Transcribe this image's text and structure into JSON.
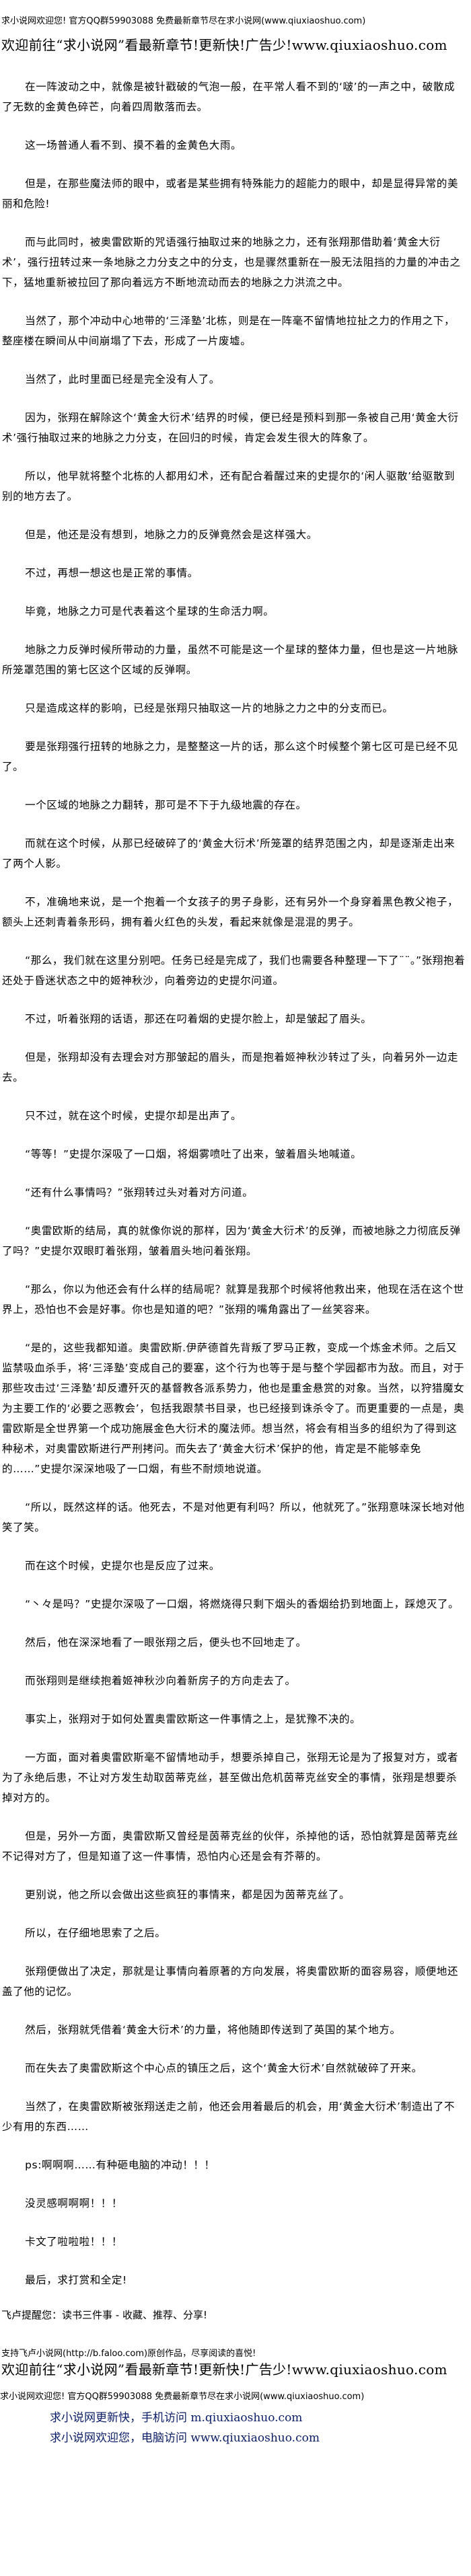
{
  "header": {
    "site_notice": "求小说网欢迎您! 官方QQ群59903088 免费最新章节尽在求小说网(www.qiuxiaoshuo.com)",
    "promo": "欢迎前往“求小说网”看最新章节!更新快!广告少!www.qiuxiaoshuo.com"
  },
  "paragraphs": [
    "在一阵波动之中，就像是被针戳破的气泡一般，在平常人看不到的‘啵’的一声之中，破散成了无数的金黄色碎芒，向着四周散落而去。",
    "这一场普通人看不到、摸不着的金黄色大雨。",
    "但是，在那些魔法师的眼中，或者是某些拥有特殊能力的超能力的眼中，却是显得异常的美丽和危险!",
    "而与此同时，被奥雷欧斯的咒语强行抽取过来的地脉之力，还有张翔那借助着‘黄金大衍术’，强行扭转过来一条地脉之力分支之中的分支，也是骤然重新在一股无法阻挡的力量的冲击之下，猛地重新被拉回了那向着远方不断地流动而去的地脉之力洪流之中。",
    "当然了，那个冲动中心地带的‘三泽塾’北栋，则是在一阵毫不留情地拉扯之力的作用之下，整座楼在瞬间从中间崩塌了下去，形成了一片废墟。",
    "当然了，此时里面已经是完全没有人了。",
    "因为，张翔在解除这个‘黄金大衍术’结界的时候，便已经是预料到那一条被自己用‘黄金大衍术’强行抽取过来的地脉之力分支，在回归的时候，肯定会发生很大的阵象了。",
    "所以，他早就将整个北栋的人都用幻术，还有配合着醒过来的史提尔的‘闲人驱散’给驱散到别的地方去了。",
    "但是，他还是没有想到，地脉之力的反弹竟然会是这样强大。",
    "不过，再想一想这也是正常的事情。",
    "毕竟，地脉之力可是代表着这个星球的生命活力啊。",
    "地脉之力反弹时候所带动的力量，虽然不可能是这一个星球的整体力量，但也是这一片地脉所笼罩范围的第七区这个区域的反弹啊。",
    "只是造成这样的影响，已经是张翔只抽取这一片的地脉之力之中的分支而已。",
    "要是张翔强行扭转的地脉之力，是整整这一片的话，那么这个时候整个第七区可是已经不见了。",
    "一个区域的地脉之力翻转，那可是不下于九级地震的存在。",
    "而就在这个时候，从那已经破碎了的‘黄金大衍术’所笼罩的结界范围之内，却是逐渐走出来了两个人影。",
    "不，准确地来说，是一个抱着一个女孩子的男子身影，还有另外一个身穿着黑色教父袍子，额头上还刺青着条形码，拥有着火红色的头发，看起来就像是混混的男子。",
    "“那么，我们就在这里分别吧。任务已经是完成了，我们也需要各种整理一下了¨¨。”张翔抱着还处于昏迷状态之中的姬神秋沙，向着旁边的史提尔问道。",
    "不过，听着张翔的话语，那还在叼着烟的史提尔脸上，却是皱起了眉头。",
    "但是，张翔却没有去理会对方那皱起的眉头，而是抱着姬神秋沙转过了头，向着另外一边走去。",
    "只不过，就在这个时候，史提尔却是出声了。",
    "“等等！”史提尔深吸了一口烟，将烟雾喷吐了出来，皱着眉头地喊道。",
    "“还有什么事情吗？”张翔转过头对着对方问道。",
    "“奥雷欧斯的结局，真的就像你说的那样，因为‘黄金大衍术’的反弹，而被地脉之力彻底反弹了吗？”史提尔双眼盯着张翔，皱着眉头地问着张翔。",
    "“那么，你以为他还会有什么样的结局呢？就算是我那个时候将他救出来，他现在活在这个世界上，恐怕也不会是好事。你也是知道的吧？”张翔的嘴角露出了一丝笑容来。",
    "“是的，这些我都知道。奥雷欧斯.伊萨德首先背叛了罗马正教，变成一个炼金术师。之后又监禁吸血杀手，将‘三泽塾’变成自己的要塞，这个行为也等于是与整个学园都市为敌。而且，对于那些攻击过‘三泽塾’却反遭歼灭的基督教各派系势力，他也是重金悬赏的对象。当然，以狩猎魔女为主要工作的‘必要之恶教会’，包括我跟禁书目录，也已经接到诛杀令了。而更重要的一点是，奥雷欧斯是全世界第一个成功施展金色大衍术的魔法师。想当然，将会有相当多的组织为了得到这种秘术，对奥雷欧斯进行严刑拷问。而失去了‘黄金大衍术’保护的他，肯定是不能够幸免的……”史提尔深深地吸了一口烟，有些不耐烦地说道。",
    "“所以，既然这样的话。他死去，不是对他更有利吗？所以，他就死了。”张翔意味深长地对他笑了笑。",
    "而在这个时候，史提尔也是反应了过来。",
    "“丶々是吗？”史提尔深吸了一口烟，将燃烧得只剩下烟头的香烟给扔到地面上，踩熄灭了。",
    "然后，他在深深地看了一眼张翔之后，便头也不回地走了。",
    "而张翔则是继续抱着姬神秋沙向着新房子的方向走去了。",
    "事实上，张翔对于如何处置奥雷欧斯这一件事情之上，是犹豫不决的。",
    "一方面，面对着奥雷欧斯毫不留情地动手，想要杀掉自己，张翔无论是为了报复对方，或者为了永绝后患，不让对方发生劫取茵蒂克丝，甚至做出危机茵蒂克丝安全的事情，张翔是想要杀掉对方的。",
    "但是，另外一方面，奥雷欧斯又曾经是茵蒂克丝的伙伴，杀掉他的话，恐怕就算是茵蒂克丝不记得对方了，但是知道了这一件事情，恐怕内心还是会有芥蒂的。",
    "更别说，他之所以会做出这些疯狂的事情来，都是因为茵蒂克丝了。",
    "所以，在仔细地思索了之后。",
    "张翔便做出了决定，那就是让事情向着原著的方向发展，将奥雷欧斯的面容易容，顺便地还盖了他的记忆。",
    "然后，张翔就凭借着‘黄金大衍术’的力量，将他随即传送到了英国的某个地方。",
    "而在失去了奥雷欧斯这个中心点的镇压之后，这个‘黄金大衍术’自然就破碎了开来。",
    "当然了，在奥雷欧斯被张翔送走之前，他还会用着最后的机会，用‘黄金大衍术’制造出了不少有用的东西……",
    "ps:啊啊啊……有种砸电脑的冲动！！！",
    "没灵感啊啊啊！！！",
    "卡文了啦啦啦！！！",
    "最后，求打赏和全定!"
  ],
  "footer": {
    "reminder": "飞卢提醒您：读书三件事 - 收藏、推荐、分享!",
    "support": "支持飞卢小说网(http://b.faloo.com)原创作品，尽享阅读的喜悦!",
    "promo": "欢迎前往“求小说网”看最新章节!更新快!广告少!www.qiuxiaoshuo.com",
    "site_notice": "求小说网欢迎您! 官方QQ群59903088 免费最新章节尽在求小说网(www.qiuxiaoshuo.com)",
    "mobile": "求小说网更新快，手机访问 m.qiuxiaoshuo.com",
    "desktop": "求小说网欢迎您，电脑访问 www.qiuxiaoshuo.com"
  },
  "colors": {
    "text": "#000000",
    "link_blue": "#0a1d66"
  }
}
